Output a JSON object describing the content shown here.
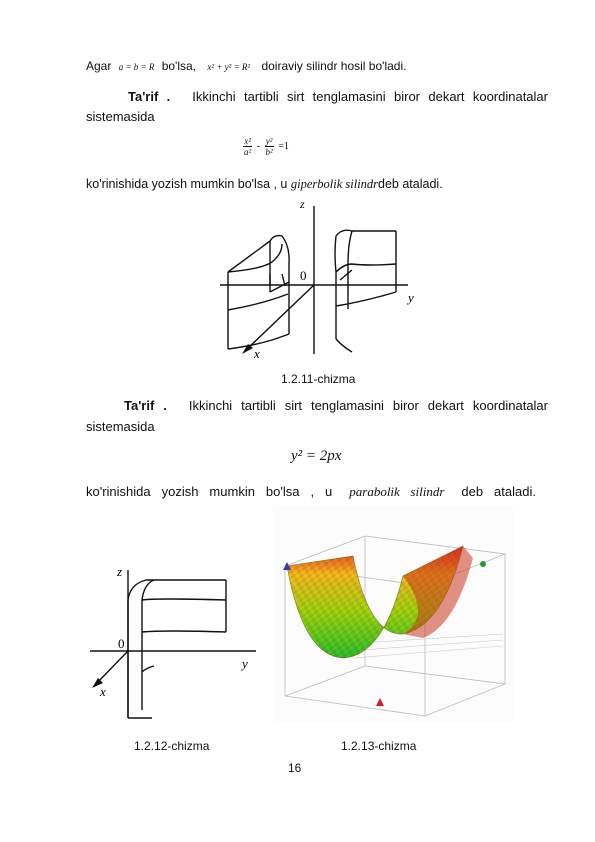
{
  "para1": {
    "prefix": "Agar",
    "cond": "a = b = R",
    "mid": "bo'lsa,",
    "eq": "x² + y² = R²",
    "suffix": "doiraviy silindr hosil bo'ladi."
  },
  "def1": {
    "head": "Ta'rif .",
    "line1": "Ikkinchi tartibli sirt tenglamasini biror dekart koordinatalar",
    "line2": "sistemasida"
  },
  "hyper_eq": {
    "x_num": "x²",
    "x_den": "a²",
    "minus": "-",
    "y_num": "y²",
    "y_den": "b²",
    "rhs": "=1"
  },
  "hyper_text": {
    "prefix": "ko'rinishida yozish mumkin bo'lsa , u",
    "term": "giperbolik silindr",
    "suffix": "deb ataladi."
  },
  "fig1": {
    "axis_z": "z",
    "axis_y": "y",
    "axis_x": "x",
    "origin": "0",
    "caption": "1.2.11-chizma"
  },
  "def2": {
    "head": "Ta'rif .",
    "line1": "Ikkinchi tartibli sirt tenglamasini biror dekart koordinatalar",
    "line2": "sistemasida"
  },
  "parab_eq": "y² = 2px",
  "parab_text": {
    "prefix": "ko'rinishida yozish mumkin bo'lsa , u",
    "term": "parabolik silindr",
    "suffix": "deb ataladi."
  },
  "fig2": {
    "axis_z": "z",
    "axis_y": "y",
    "axis_x": "x",
    "origin": "0",
    "caption": "1.2.12-chizma"
  },
  "fig3": {
    "caption": "1.2.13-chizma"
  },
  "page_number": "16",
  "colors": {
    "surface_top": "#e8262a",
    "surface_mid": "#f7b91c",
    "surface_low": "#9ed40f",
    "surface_bottom": "#2dbf2a",
    "box": "#b9b9b9"
  }
}
